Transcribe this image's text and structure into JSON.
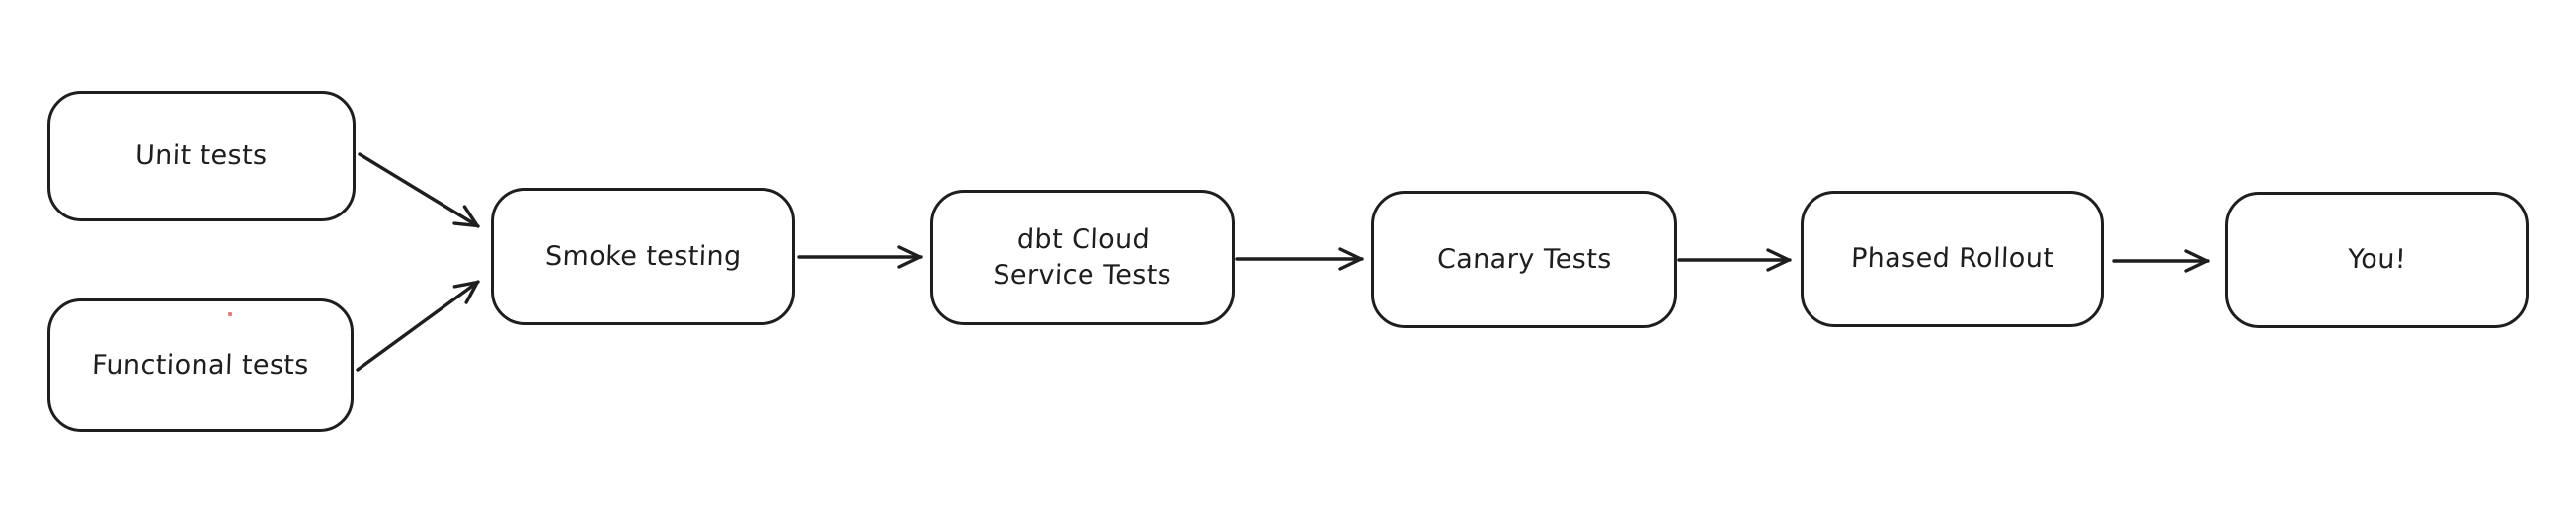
{
  "diagram": {
    "type": "flowchart",
    "style": "hand-drawn",
    "colors": {
      "stroke": "#1e1e1e",
      "background": "#ffffff",
      "artifact_dot": "#e03131"
    },
    "nodes": [
      {
        "id": "unit-tests",
        "label": "Unit tests"
      },
      {
        "id": "functional-tests",
        "label": "Functional tests"
      },
      {
        "id": "smoke-testing",
        "label": "Smoke testing"
      },
      {
        "id": "dbt-cloud-service-tests",
        "label": "dbt Cloud\nService Tests"
      },
      {
        "id": "canary-tests",
        "label": "Canary Tests"
      },
      {
        "id": "phased-rollout",
        "label": "Phased Rollout"
      },
      {
        "id": "you",
        "label": "You!"
      }
    ],
    "edges": [
      {
        "from": "unit-tests",
        "to": "smoke-testing"
      },
      {
        "from": "functional-tests",
        "to": "smoke-testing"
      },
      {
        "from": "smoke-testing",
        "to": "dbt-cloud-service-tests"
      },
      {
        "from": "dbt-cloud-service-tests",
        "to": "canary-tests"
      },
      {
        "from": "canary-tests",
        "to": "phased-rollout"
      },
      {
        "from": "phased-rollout",
        "to": "you"
      }
    ]
  }
}
